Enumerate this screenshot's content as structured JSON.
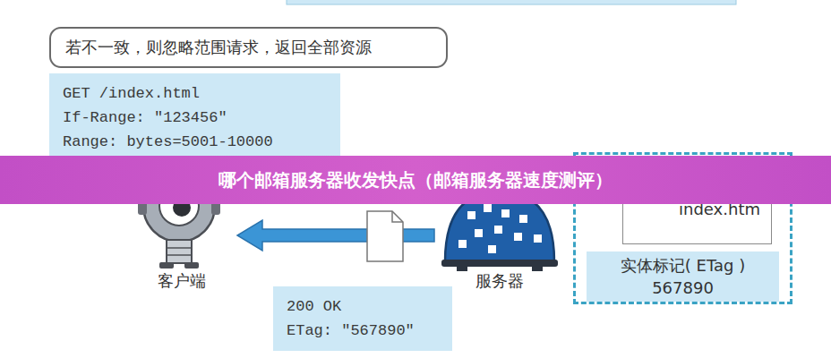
{
  "diagram": {
    "title": "哪个邮箱服务器收发快点（邮箱服务器速度测评）",
    "nodes": [
      {
        "text": [
          "若不一致，则忽略范围请求，返回全部资源"
        ]
      },
      {
        "text": [
          "GET /index.html",
          "If-Range: \"123456\"",
          "Range: bytes=5001-10000"
        ]
      },
      {
        "text": [
          "客户端"
        ]
      },
      {
        "text": [
          "服务器"
        ]
      },
      {
        "text": []
      },
      {
        "text": [
          "index.htm"
        ],
        "in": 4
      },
      {
        "text": [
          "实体标记( ETag )",
          "567890"
        ],
        "in": 4
      },
      {
        "text": [
          "200 OK",
          "ETag: \"567890\""
        ]
      }
    ],
    "edges": [
      {
        "from": 3,
        "to": 2,
        "arrow": "to"
      }
    ]
  }
}
